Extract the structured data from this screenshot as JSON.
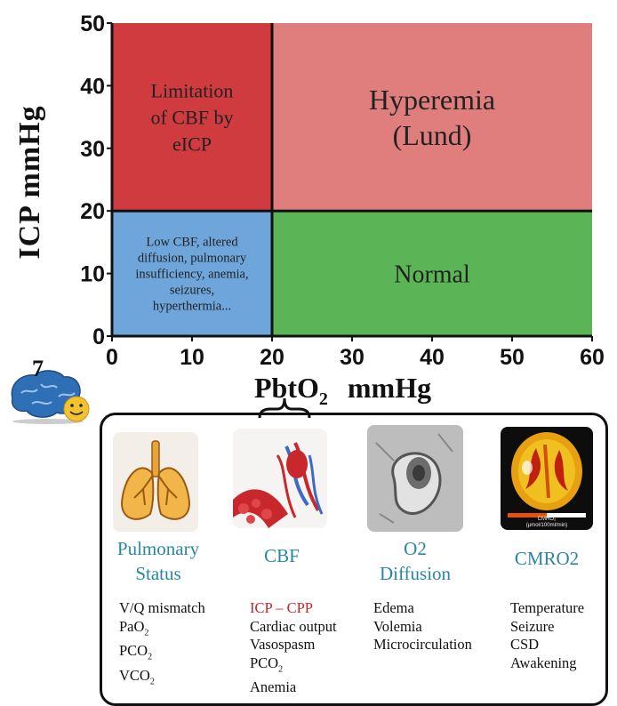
{
  "chart_data": {
    "type": "quadrant",
    "xlabel_main": "PbtO",
    "xlabel_sub": "2",
    "xlabel_unit": "mmHg",
    "ylabel": "ICP mmHg",
    "xlim": [
      0,
      60
    ],
    "ylim": [
      0,
      50
    ],
    "x_ticks": [
      "0",
      "10",
      "20",
      "30",
      "40",
      "50",
      "60"
    ],
    "y_ticks": [
      "0",
      "10",
      "20",
      "30",
      "40",
      "50"
    ],
    "thresholds": {
      "x": 20,
      "y": 20
    },
    "zones": [
      {
        "id": "limitation",
        "x": [
          0,
          20
        ],
        "y": [
          20,
          50
        ],
        "color": "#cf3b3f",
        "lines": [
          "Limitation",
          "of CBF by",
          "eICP"
        ]
      },
      {
        "id": "hyperemia",
        "x": [
          20,
          60
        ],
        "y": [
          20,
          50
        ],
        "color": "#e07e7e",
        "lines": [
          "Hyperemia",
          "(Lund)"
        ]
      },
      {
        "id": "low",
        "x": [
          0,
          20
        ],
        "y": [
          0,
          20
        ],
        "color": "#6ea6dc",
        "lines": [
          "Low CBF, altered",
          "diffusion, pulmonary",
          "insufficiency, anemia,",
          "seizures,",
          "hyperthermia..."
        ]
      },
      {
        "id": "normal",
        "x": [
          20,
          60
        ],
        "y": [
          0,
          20
        ],
        "color": "#5bb557",
        "lines": [
          "Normal"
        ]
      }
    ]
  },
  "badge": {
    "number": "7"
  },
  "columns": [
    {
      "icon": "lungs-icon",
      "title": [
        "Pulmonary",
        "Status"
      ],
      "items": [
        {
          "text": "V/Q mismatch"
        },
        {
          "text": "PaO",
          "sub": "2"
        },
        {
          "text": "PCO",
          "sub": "2"
        },
        {
          "text": "VCO",
          "sub": "2"
        }
      ]
    },
    {
      "icon": "blood-vessel-icon",
      "title": [
        "CBF"
      ],
      "items": [
        {
          "text": "ICP – CPP",
          "accent": true
        },
        {
          "text": "Cardiac output"
        },
        {
          "text": "Vasospasm"
        },
        {
          "text": "PCO",
          "sub": "2"
        },
        {
          "text": "Anemia"
        }
      ]
    },
    {
      "icon": "micrograph-icon",
      "title": [
        "O2",
        "Diffusion"
      ],
      "items": [
        {
          "text": "Edema"
        },
        {
          "text": "Volemia"
        },
        {
          "text": "Microcirculation"
        }
      ]
    },
    {
      "icon": "brain-pet-scan-icon",
      "title": [
        "CMRO2"
      ],
      "scan_caption": [
        "CMRO₂",
        "(μmol/100ml/min)"
      ],
      "items": [
        {
          "text": "Temperature"
        },
        {
          "text": "Seizure"
        },
        {
          "text": "CSD"
        },
        {
          "text": "Awakening"
        }
      ]
    }
  ]
}
